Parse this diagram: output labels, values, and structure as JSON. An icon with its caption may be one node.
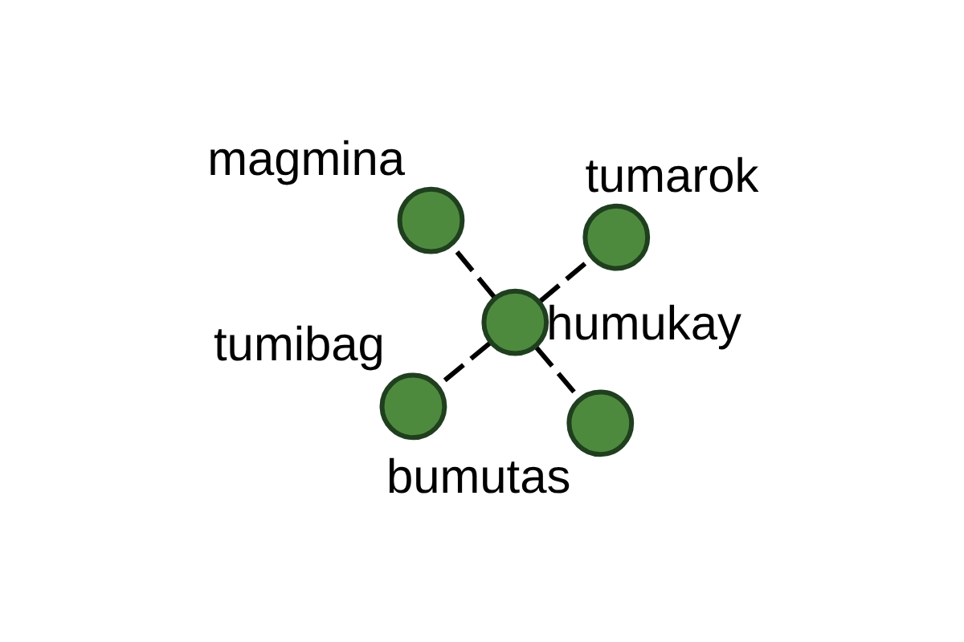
{
  "diagram": {
    "nodes": [
      {
        "text": [
          "tumibag"
        ]
      },
      {
        "text": [
          "bumutas"
        ]
      },
      {
        "text": [
          "humukay"
        ]
      },
      {
        "text": [
          "magmina"
        ]
      },
      {
        "text": [
          "tumarok"
        ]
      }
    ],
    "edges": [
      {
        "from": 2,
        "to": 0,
        "arrow": "none",
        "style": "dashed"
      },
      {
        "from": 2,
        "to": 1,
        "arrow": "none",
        "style": "dashed"
      },
      {
        "from": 2,
        "to": 3,
        "arrow": "none",
        "style": "dashed"
      },
      {
        "from": 2,
        "to": 4,
        "arrow": "none",
        "style": "dashed"
      }
    ]
  }
}
